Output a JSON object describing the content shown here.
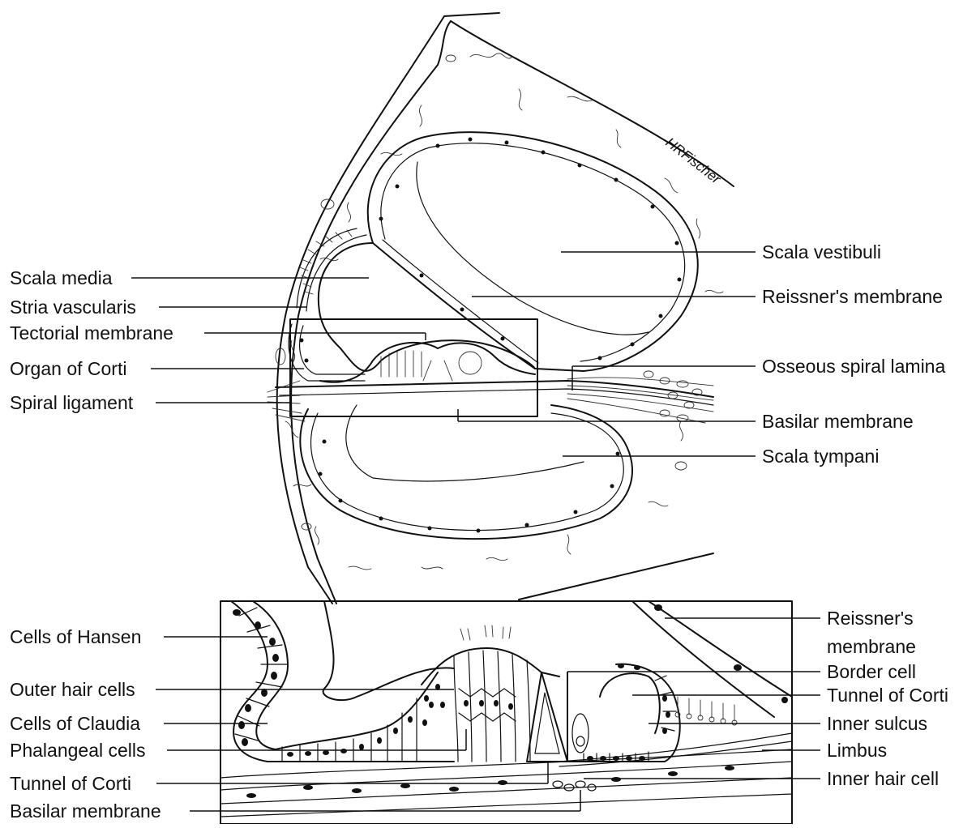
{
  "signature": "HRFischer",
  "top_labels_left": [
    {
      "id": "scala-media",
      "text": "Scala media"
    },
    {
      "id": "stria-vascularis",
      "text": "Stria vascularis"
    },
    {
      "id": "tectorial-membrane",
      "text": "Tectorial membrane"
    },
    {
      "id": "organ-of-corti",
      "text": "Organ of Corti"
    },
    {
      "id": "spiral-ligament",
      "text": "Spiral ligament"
    }
  ],
  "top_labels_right": [
    {
      "id": "scala-vestibuli",
      "text": "Scala vestibuli"
    },
    {
      "id": "reissners-membrane",
      "text": "Reissner's membrane"
    },
    {
      "id": "osseous-spiral-lamina",
      "text": "Osseous spiral lamina"
    },
    {
      "id": "basilar-membrane",
      "text": "Basilar membrane"
    },
    {
      "id": "scala-tympani",
      "text": "Scala tympani"
    }
  ],
  "inset_labels_left": [
    {
      "id": "cells-of-hansen",
      "text": "Cells of Hansen"
    },
    {
      "id": "outer-hair-cells",
      "text": "Outer hair cells"
    },
    {
      "id": "cells-of-claudia",
      "text": "Cells of Claudia"
    },
    {
      "id": "phalangeal-cells",
      "text": "Phalangeal cells"
    },
    {
      "id": "tunnel-of-corti-left",
      "text": "Tunnel of Corti"
    },
    {
      "id": "basilar-membrane-inset",
      "text": "Basilar membrane"
    }
  ],
  "inset_labels_right": [
    {
      "id": "reissners-membrane-inset-line1",
      "text": "Reissner's"
    },
    {
      "id": "reissners-membrane-inset-line2",
      "text": "membrane"
    },
    {
      "id": "border-cell",
      "text": "Border cell"
    },
    {
      "id": "tunnel-of-corti-right",
      "text": "Tunnel of Corti"
    },
    {
      "id": "inner-sulcus",
      "text": "Inner sulcus"
    },
    {
      "id": "limbus",
      "text": "Limbus"
    },
    {
      "id": "inner-hair-cell",
      "text": "Inner hair cell"
    }
  ]
}
